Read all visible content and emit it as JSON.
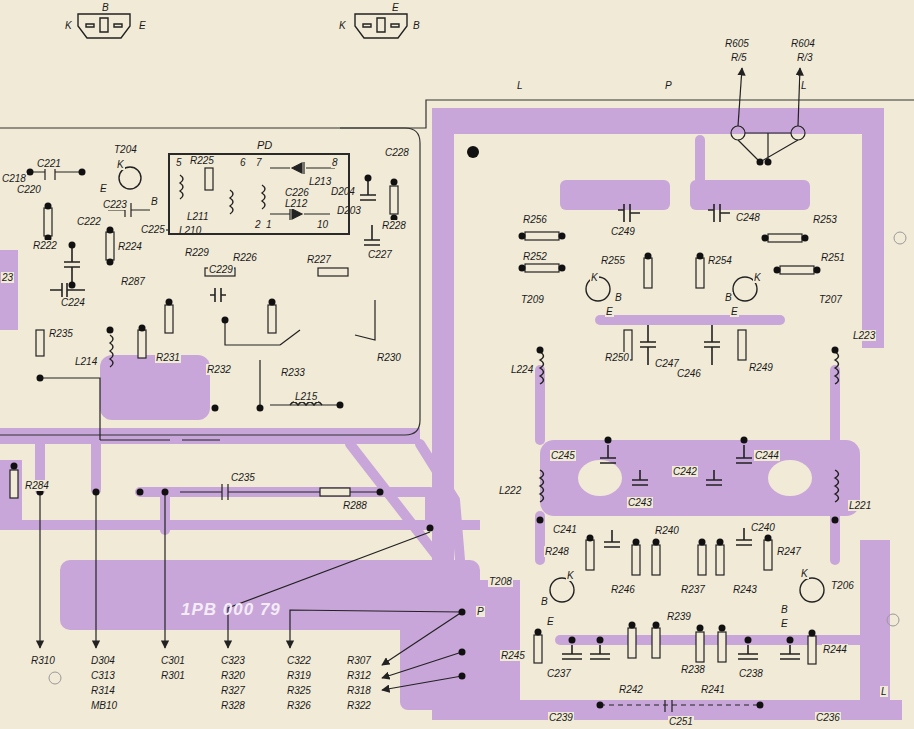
{
  "diagram": {
    "nodes": [
      {
        "text": [
          "PD"
        ]
      }
    ],
    "labels": [
      "B",
      "K",
      "E",
      "E",
      "K",
      "B",
      "R605",
      "R/5",
      "R604",
      "R/3",
      "C221",
      "C218",
      "T204",
      "K",
      "C228",
      "C220",
      "E",
      "C223",
      "B",
      "5",
      "R225",
      "6",
      "7",
      "8",
      "L213",
      "C226",
      "D204",
      "L212",
      "D203",
      "2",
      "1",
      "10",
      "L211",
      "L210",
      "C225",
      "C222",
      "R228",
      "C227",
      "R222",
      "R224",
      "R229",
      "R226",
      "R227",
      "C229",
      "C224",
      "R287",
      "23",
      "R235",
      "L214",
      "R231",
      "R232",
      "R233",
      "R230",
      "L215",
      "R284",
      "C235",
      "R288",
      "1PB 000 79",
      "R310",
      "D304",
      "C313",
      "R314",
      "MB10",
      "C301",
      "R301",
      "C323",
      "R320",
      "R327",
      "R328",
      "C322",
      "R319",
      "R325",
      "R326",
      "R307",
      "R312",
      "R318",
      "R322",
      "L",
      "P",
      "L",
      "R256",
      "C249",
      "C248",
      "R253",
      "R252",
      "R255",
      "R254",
      "R251",
      "K",
      "B",
      "T209",
      "E",
      "K",
      "B",
      "T207",
      "E",
      "R250",
      "C247",
      "C246",
      "R249",
      "L224",
      "L223",
      "C245",
      "C242",
      "C244",
      "L222",
      "C243",
      "L221",
      "C241",
      "R240",
      "C240",
      "R248",
      "R247",
      "T208",
      "K",
      "B",
      "T206",
      "K",
      "B",
      "R246",
      "R237",
      "R243",
      "R239",
      "R238",
      "E",
      "E",
      "R245",
      "C237",
      "R242",
      "R241",
      "C238",
      "R244",
      "C239",
      "C251",
      "C236",
      "P",
      "L"
    ]
  }
}
